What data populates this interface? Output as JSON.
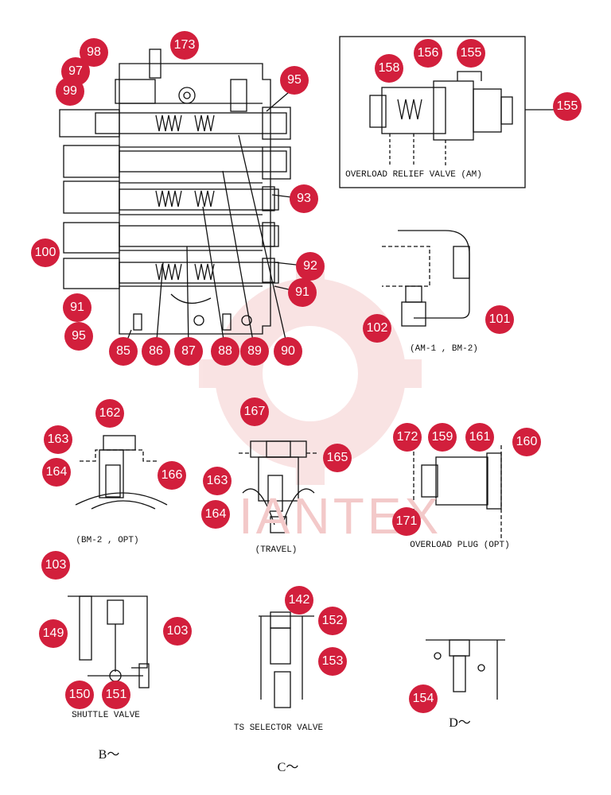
{
  "watermark_text": "IANTEX",
  "captions": {
    "overload_relief": "OVERLOAD  RELIEF  VALVE (AM)",
    "am_bm": "(AM-1 , BM-2)",
    "bm_opt": "(BM-2 , OPT)",
    "travel": "(TRAVEL)",
    "overload_plug": "OVERLOAD  PLUG (OPT)",
    "shuttle": "SHUTTLE  VALVE",
    "ts_selector": "TS  SELECTOR  VALVE",
    "b": "B～",
    "c": "C～",
    "d": "D～"
  },
  "callouts": {
    "c173": "173",
    "c98": "98",
    "c97": "97",
    "c99": "99",
    "c95a": "95",
    "c93": "93",
    "c100": "100",
    "c92": "92",
    "c91a": "91",
    "c91b": "91",
    "c95b": "95",
    "c85": "85",
    "c86": "86",
    "c87": "87",
    "c88": "88",
    "c89": "89",
    "c90": "90",
    "c158": "158",
    "c156": "156",
    "c155a": "155",
    "c155b": "155",
    "c102": "102",
    "c101": "101",
    "c162": "162",
    "c163a": "163",
    "c164a": "164",
    "c166": "166",
    "c167": "167",
    "c165": "165",
    "c163b": "163",
    "c164b": "164",
    "c172": "172",
    "c159": "159",
    "c161": "161",
    "c160": "160",
    "c171": "171",
    "c103a": "103",
    "c149": "149",
    "c150": "150",
    "c151": "151",
    "c103b": "103",
    "c142": "142",
    "c152": "152",
    "c153": "153",
    "c154": "154"
  },
  "colors": {
    "callout": "#d21f3c",
    "line": "#111111",
    "watermark": "#f3c9c9"
  }
}
